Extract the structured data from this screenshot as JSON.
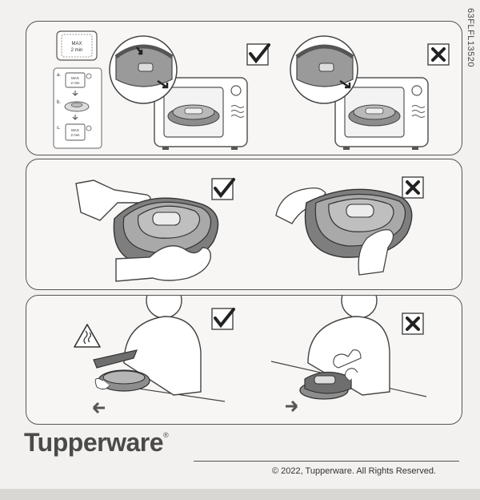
{
  "document": {
    "doc_id": "63FLFL13520",
    "brand": "Tupperware",
    "brand_mark": "®",
    "copyright": "© 2022, Tupperware. All Rights Reserved."
  },
  "panel1": {
    "timer_label_max": "MAX",
    "timer_label_time": "2 min",
    "steps": [
      "a.",
      "b.",
      "c."
    ],
    "step_a_max": "MAX",
    "step_a_time": "2 min",
    "step_c_max": "MAX",
    "step_c_time": "2 min"
  },
  "icons": {
    "correct": "check-box-icon",
    "incorrect": "cross-box-icon",
    "warning": "hot-steam-warning-icon"
  }
}
